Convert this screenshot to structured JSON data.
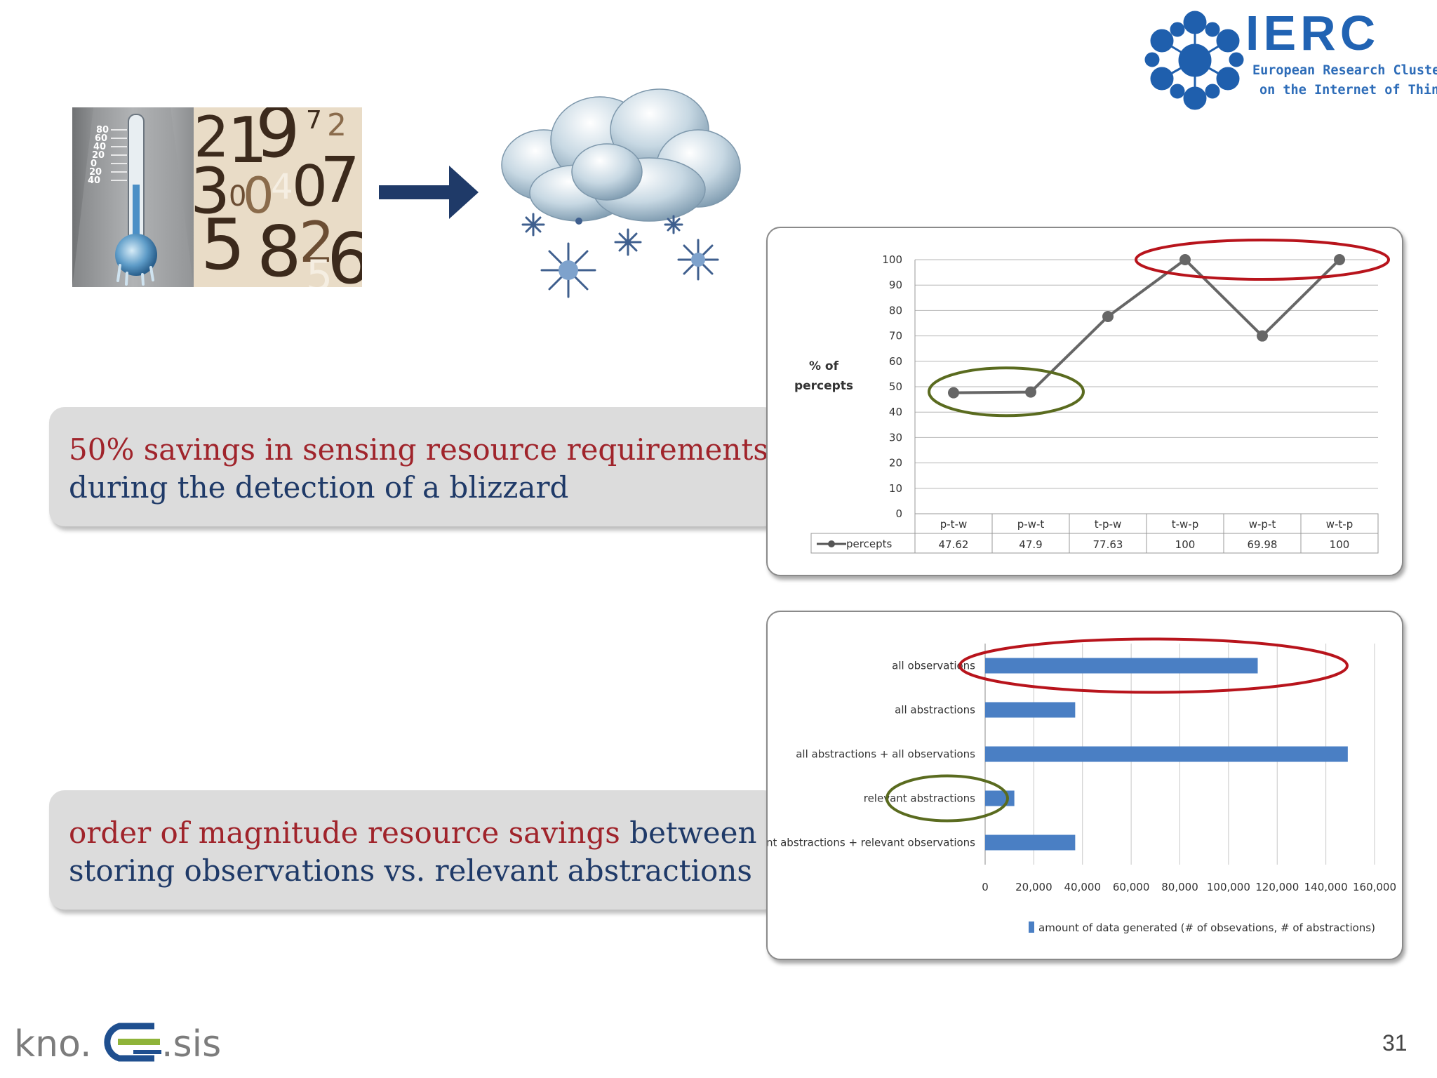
{
  "callouts": [
    {
      "segments": [
        {
          "text": "50% savings in sensing resource requirements",
          "color": "#a0242b"
        },
        {
          "text": "during the detection of a blizzard",
          "color": "#1f3a68"
        }
      ]
    },
    {
      "segments": [
        {
          "text": "order of magnitude resource savings",
          "color": "#a0242b"
        },
        {
          "text": " between",
          "color": "#1f3a68"
        },
        {
          "text": "storing observations vs. relevant abstractions",
          "color": "#1f3a68"
        }
      ]
    }
  ],
  "logo": {
    "title": "IERC",
    "subtitle_line1": "European Research Cluster",
    "subtitle_line2": "on the Internet of Things",
    "color": "#2163b3"
  },
  "footer": {
    "logo_left": "kno.",
    "logo_right": ".sis",
    "page_number": "31"
  },
  "thermometer_scale": [
    "40",
    "20",
    "0",
    "20",
    "40",
    "60",
    "80"
  ],
  "chart_data": [
    {
      "type": "line",
      "categories": [
        "p-t-w",
        "p-w-t",
        "t-p-w",
        "t-w-p",
        "w-p-t",
        "w-t-p"
      ],
      "series": [
        {
          "name": "percepts",
          "values": [
            47.62,
            47.9,
            77.63,
            100,
            69.98,
            100
          ]
        }
      ],
      "table_values": [
        "47.62",
        "47.9",
        "77.63",
        "100",
        "69.98",
        "100"
      ],
      "ylabel_line1": "% of",
      "ylabel_line2": "percepts",
      "ylim": [
        0,
        100
      ],
      "yticks": [
        "0",
        "10",
        "20",
        "30",
        "40",
        "50",
        "60",
        "70",
        "80",
        "90",
        "100"
      ],
      "grid": true,
      "data_table": true,
      "highlight_colors": {
        "red": "#b8141c",
        "green": "#5a6b1f"
      }
    },
    {
      "type": "bar",
      "orientation": "horizontal",
      "categories": [
        "all observations",
        "all abstractions",
        "all abstractions + all observations",
        "relevant abstractions",
        "relevant abstractions + relevant observations"
      ],
      "series": [
        {
          "name": "amount of data generated (# of obsevations, # of abstractions)",
          "values": [
            112000,
            37000,
            149000,
            12000,
            37000
          ]
        }
      ],
      "xlim": [
        0,
        160000
      ],
      "xticks": [
        "0",
        "20,000",
        "40,000",
        "60,000",
        "80,000",
        "100,000",
        "120,000",
        "140,000",
        "160,000"
      ],
      "legend_position": "bottom",
      "grid": true,
      "bar_color": "#4a7fc4",
      "highlight_colors": {
        "red": "#b8141c",
        "green": "#5a6b1f"
      }
    }
  ]
}
